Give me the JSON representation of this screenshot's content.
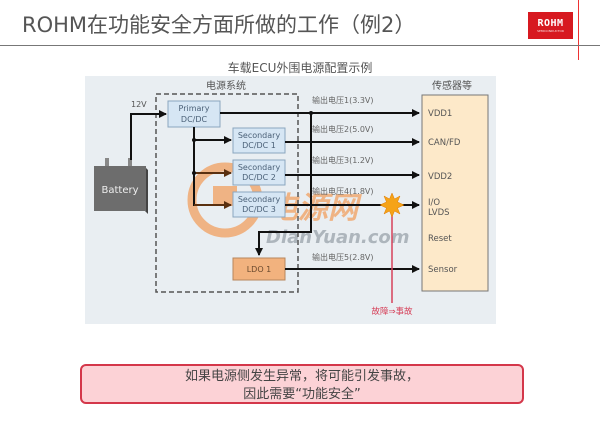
{
  "header": {
    "title": "ROHM在功能安全方面所做的工作（例2）",
    "logo_text": "ROHM",
    "logo_subtext": "SEMICONDUCTOR",
    "brand_color": "#d71920"
  },
  "diagram": {
    "title": "车载ECU外围电源配置示例",
    "power_system_label": "电源系统",
    "sensors_label": "传感器等",
    "battery_label": "Battery",
    "input_voltage": "12V",
    "blocks": {
      "primary": [
        "Primary",
        "DC/DC"
      ],
      "secondary1": [
        "Secondary",
        "DC/DC 1"
      ],
      "secondary2": [
        "Secondary",
        "DC/DC 2"
      ],
      "secondary3": [
        "Secondary",
        "DC/DC 3"
      ],
      "ldo": "LDO 1"
    },
    "outputs": [
      {
        "label": "输出电压1(3.3V)",
        "target": "VDD1"
      },
      {
        "label": "输出电压2(5.0V)",
        "target": "CAN/FD"
      },
      {
        "label": "输出电压3(1.2V)",
        "target": "VDD2"
      },
      {
        "label": "输出电压4(1.8V)",
        "target": "I/O LVDS"
      },
      {
        "label": "输出电压5(2.8V)",
        "target": "Sensor"
      }
    ],
    "sensor_pins": [
      "VDD1",
      "CAN/FD",
      "VDD2",
      "I/O",
      "LVDS",
      "Reset",
      "Sensor"
    ],
    "fault_label": "故障⇒事故",
    "watermark_cn": "电源网",
    "watermark_en": "DianYuan.com",
    "colors": {
      "panel": "#e9eef2",
      "dc_block": "#d6e6f4",
      "ldo_block": "#f2b27e",
      "sensor_block": "#fde9c9",
      "fault": "#d6415a",
      "spark": "#f5a318"
    }
  },
  "callout": {
    "line1": "如果电源侧发生异常，将可能引发事故，",
    "line2": "因此需要“功能安全”"
  }
}
